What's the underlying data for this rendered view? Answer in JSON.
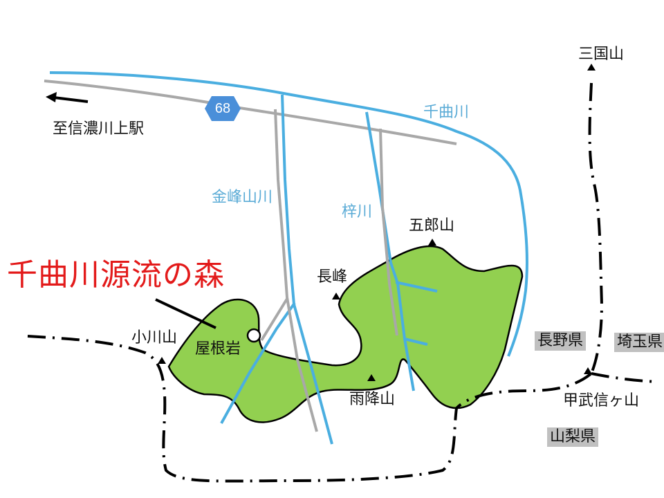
{
  "title": "千曲川源流の森",
  "colors": {
    "river": "#4aaee0",
    "road": "#a8a8a8",
    "forest": "#92d050",
    "title": "#e31a1a",
    "boundary": "#000000",
    "prefecture_bg": "#c0c0c0",
    "route_shield": "#4a8fd9"
  },
  "route": {
    "number": "68",
    "icon": "hexagon-route-shield"
  },
  "direction": {
    "label": "至信濃川上駅",
    "icon": "arrow-left"
  },
  "rivers": {
    "main": "千曲川",
    "kanbuyama": "金峰山川",
    "azusa": "梓川"
  },
  "mountains": {
    "mikuni": "三国山",
    "goro": "五郎山",
    "nagamine": "長峰",
    "ogawa": "小川山",
    "amafuri": "雨降山",
    "kobushi": "甲武信ヶ山"
  },
  "landmarks": {
    "yaneiwa": "屋根岩"
  },
  "prefectures": {
    "nagano": "長野県",
    "saitama": "埼玉県",
    "yamanashi": "山梨県"
  }
}
